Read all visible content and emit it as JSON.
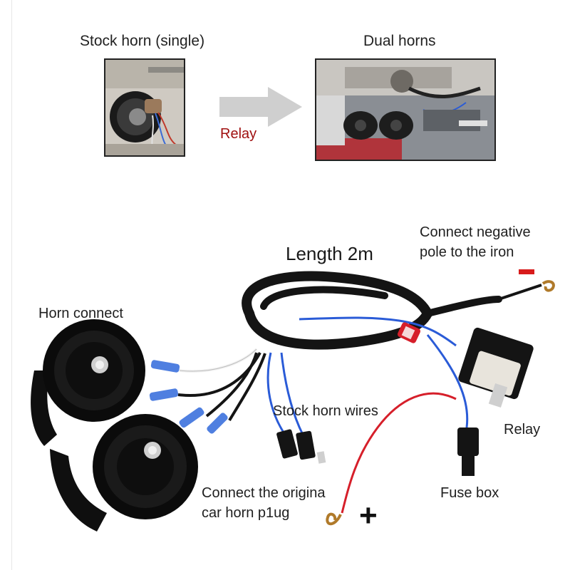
{
  "top": {
    "stock_label": "Stock horn (single)",
    "dual_label": "Dual horns",
    "relay_label": "Relay"
  },
  "diagram": {
    "length_label": "Length 2m",
    "negative_line1": "Connect negative",
    "negative_line2": "pole to the iron",
    "horn_connect": "Horn connect",
    "stock_wires": "Stock horn wires",
    "relay": "Relay",
    "fuse_box": "Fuse box",
    "orig_line1": "Connect the origina",
    "orig_line2": "car horn p1ug",
    "minus_symbol": "−",
    "plus_symbol": "+"
  },
  "colors": {
    "red_accent": "#d81b1b",
    "relay_text": "#a01010",
    "wire_black": "#111111",
    "wire_blue": "#2a5bd7",
    "wire_red": "#d61f2a"
  }
}
